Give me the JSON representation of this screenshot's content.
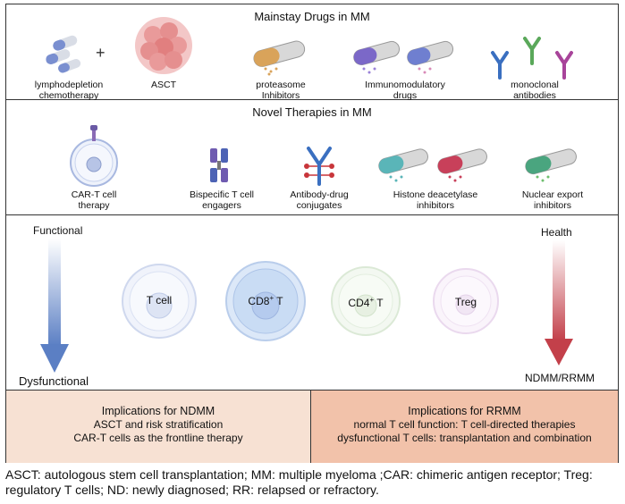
{
  "sections": {
    "mainstay": {
      "title": "Mainstay Drugs in MM",
      "plus": "+",
      "items": [
        {
          "label": "lymphodepletion\nchemotherapy",
          "icon": "pill-capsules-icon"
        },
        {
          "label": "ASCT",
          "icon": "stem-cell-cluster-icon"
        },
        {
          "label": "proteasome\nInhibitors",
          "icon": "capsule-icon"
        },
        {
          "label": "Immunomodulatory\ndrugs",
          "icon": "capsule-pair-icon"
        },
        {
          "label": "monoclonal\nantibodies",
          "icon": "antibody-icon"
        }
      ]
    },
    "novel": {
      "title": "Novel Therapies in MM",
      "items": [
        {
          "label": "CAR-T cell\ntherapy",
          "icon": "car-t-cell-icon"
        },
        {
          "label": "Bispecific T cell\nengagers",
          "icon": "bispecific-engager-icon"
        },
        {
          "label": "Antibody-drug\nconjugates",
          "icon": "antibody-drug-conjugate-icon"
        },
        {
          "label": "Histone deacetylase\ninhibitors",
          "icon": "capsule-pair-icon"
        },
        {
          "label": "Nuclear export\ninhibitors",
          "icon": "capsule-icon"
        }
      ]
    },
    "tcells": {
      "left_top": "Functional",
      "left_bottom": "Dysfunctional",
      "right_top": "Health",
      "right_bottom": "NDMM/RRMM",
      "cells": [
        {
          "label": "T cell",
          "color": "#c9d6f0"
        },
        {
          "label": "CD8",
          "sup": "+",
          "suffix": " T",
          "color": "#bcd4f3"
        },
        {
          "label": "CD4",
          "sup": "+",
          "suffix": " T",
          "color": "#dfeedd"
        },
        {
          "label": "Treg",
          "color": "#ecdff0"
        }
      ]
    },
    "implications": {
      "ndmm": {
        "title": "Implications for NDMM",
        "lines": [
          "ASCT and risk stratification",
          "CAR-T cells as the frontline therapy"
        ]
      },
      "rrmm": {
        "title": "Implications for RRMM",
        "lines": [
          "normal T cell function: T cell-directed therapies",
          "dysfunctional T cells: transplantation and combination"
        ]
      }
    }
  },
  "colors": {
    "left_arrow": "#5b7fc4",
    "right_arrow": "#c3404a",
    "ndmm_bg": "#f7e1d3",
    "rrmm_bg": "#f2c2aa"
  },
  "footnote": "ASCT: autologous stem cell transplantation; MM: multiple myeloma ;CAR: chimeric antigen receptor; Treg: regulatory T cells; ND: newly diagnosed; RR: relapsed or refractory."
}
